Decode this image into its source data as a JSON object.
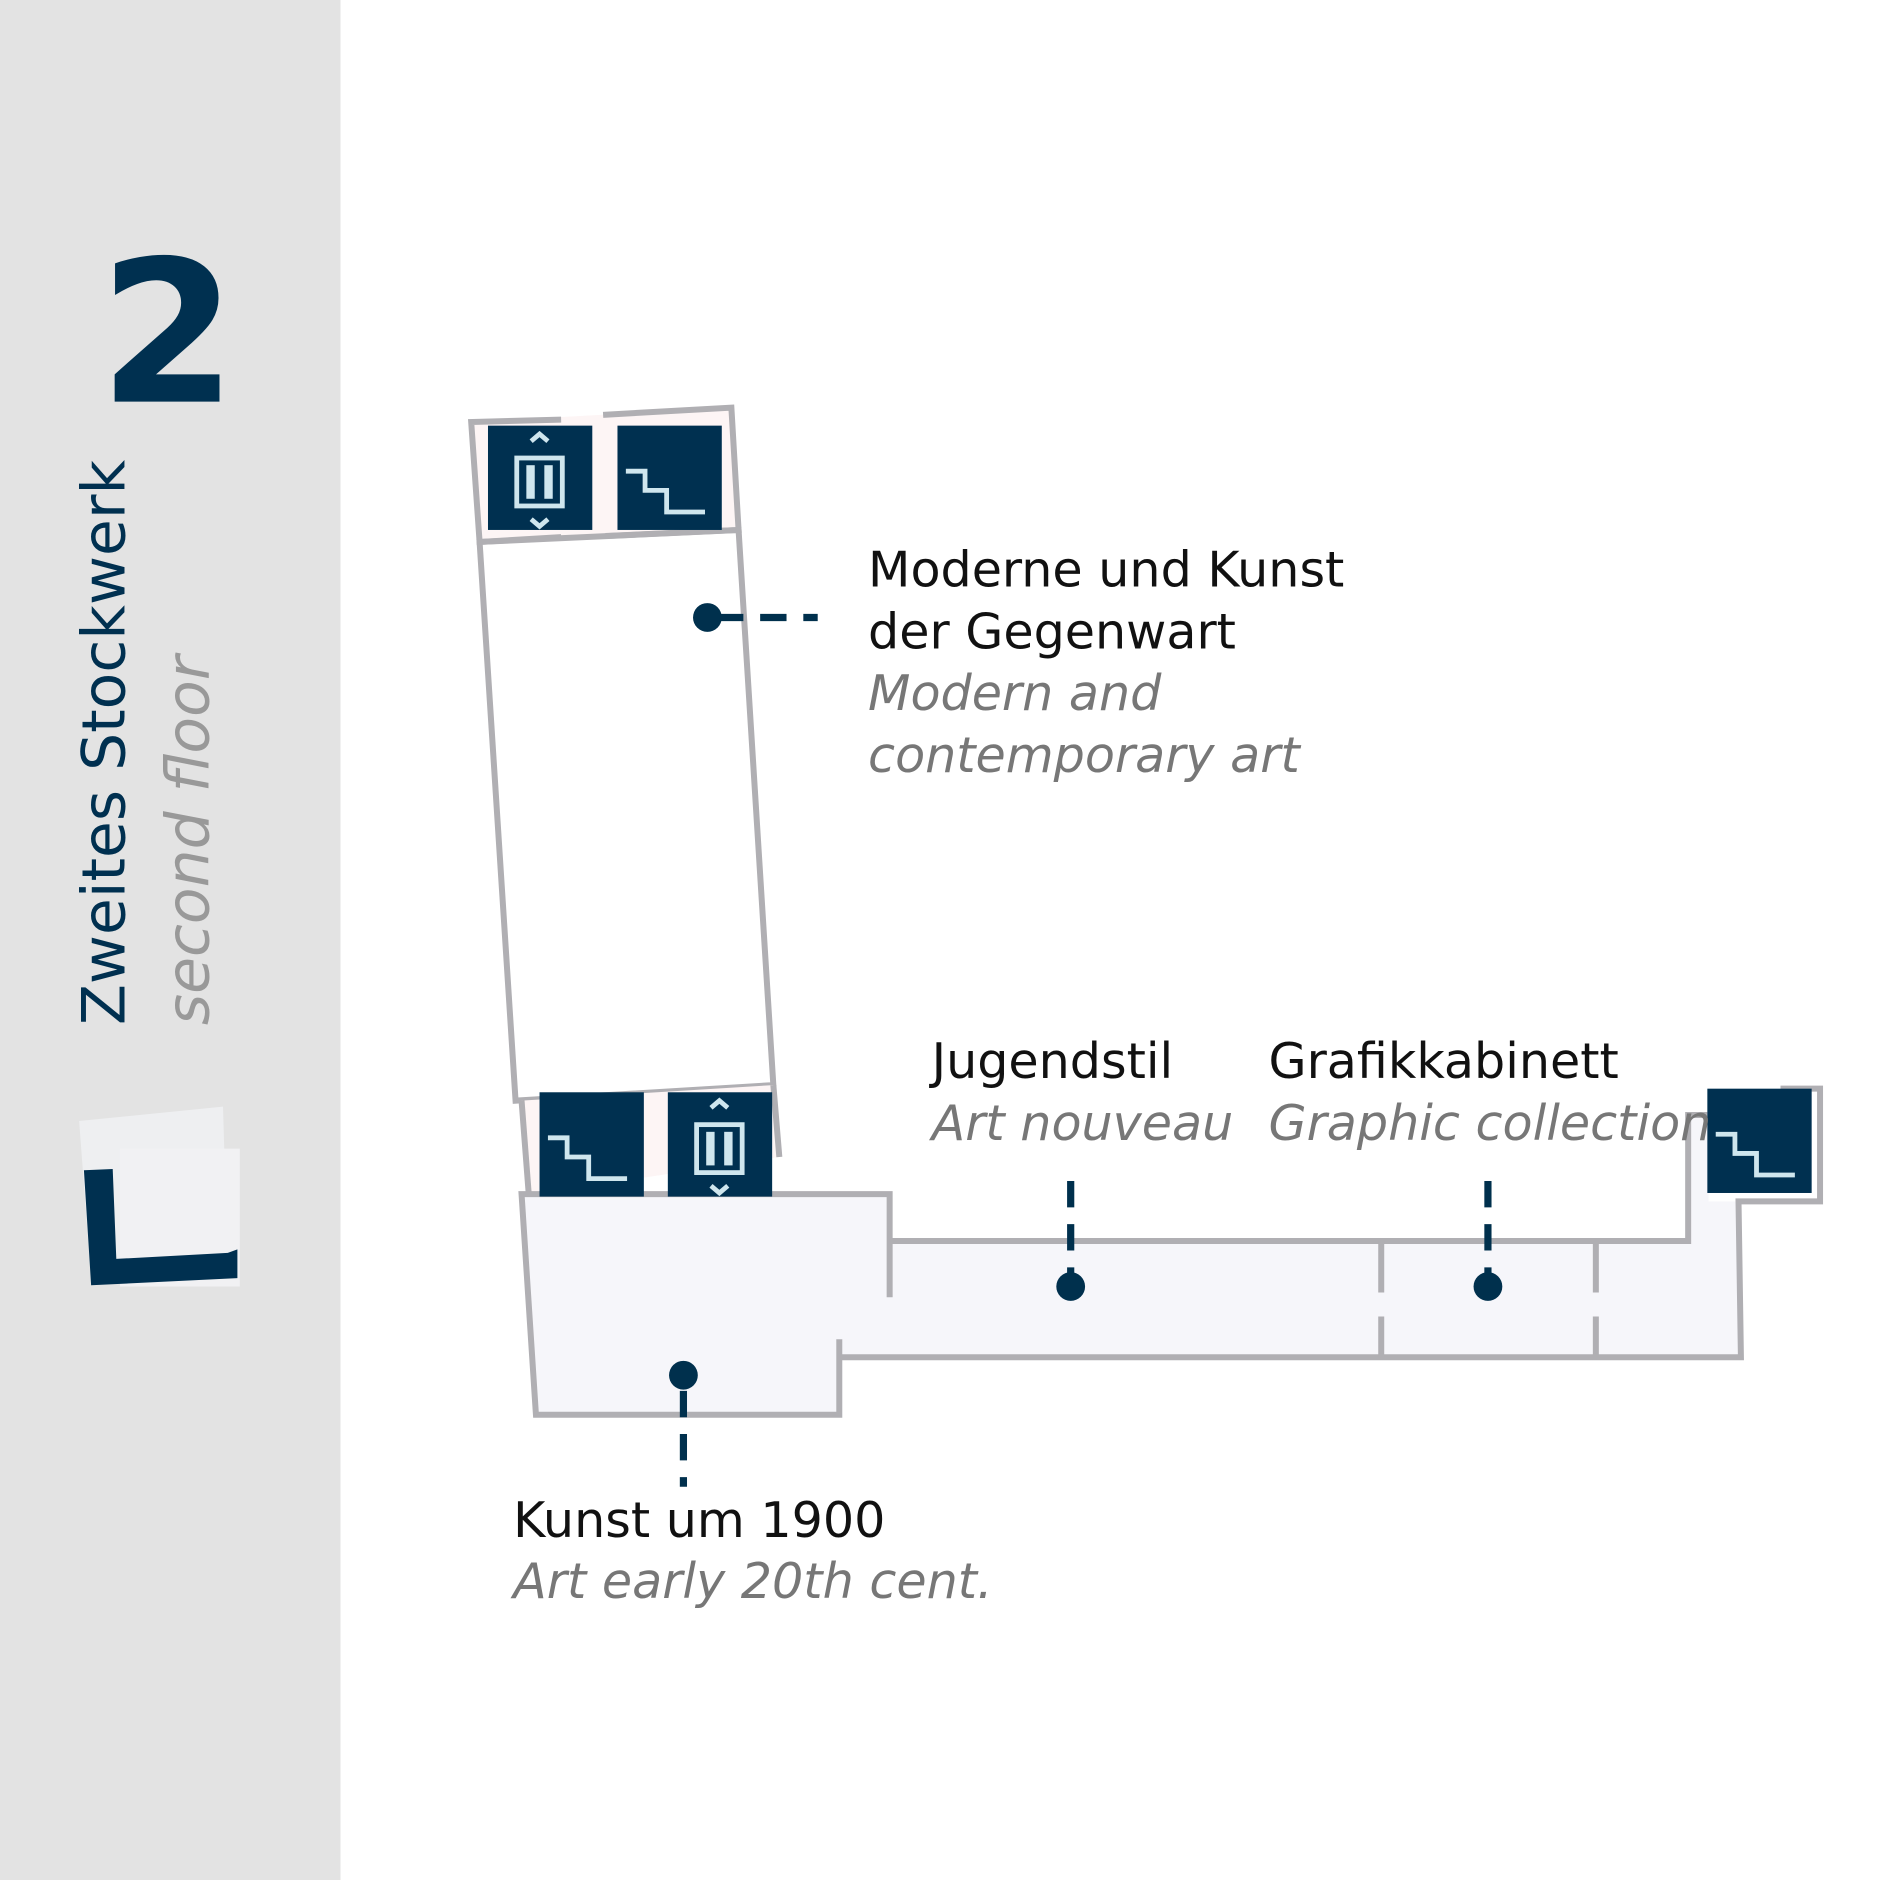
{
  "floor": {
    "number": "2",
    "name_de": "Zweites Stockwerk",
    "name_en": "second floor"
  },
  "rooms": [
    {
      "id": "moderne",
      "de_line1": "Moderne und Kunst",
      "de_line2": "der Gegenwart",
      "en_line1": "Modern and",
      "en_line2": "contemporary art"
    },
    {
      "id": "jugendstil",
      "de": "Jugendstil",
      "en": "Art nouveau"
    },
    {
      "id": "grafik",
      "de": "Grafikkabinett",
      "en": "Graphic collection"
    },
    {
      "id": "kunst1900",
      "de": "Kunst um 1900",
      "en": "Art early 20th cent."
    }
  ],
  "icons": [
    "elevator-icon",
    "stairs-icon"
  ],
  "colors": {
    "navy": "#003050",
    "sidebar": "#e3e3e3",
    "wall": "#b0afb3"
  }
}
